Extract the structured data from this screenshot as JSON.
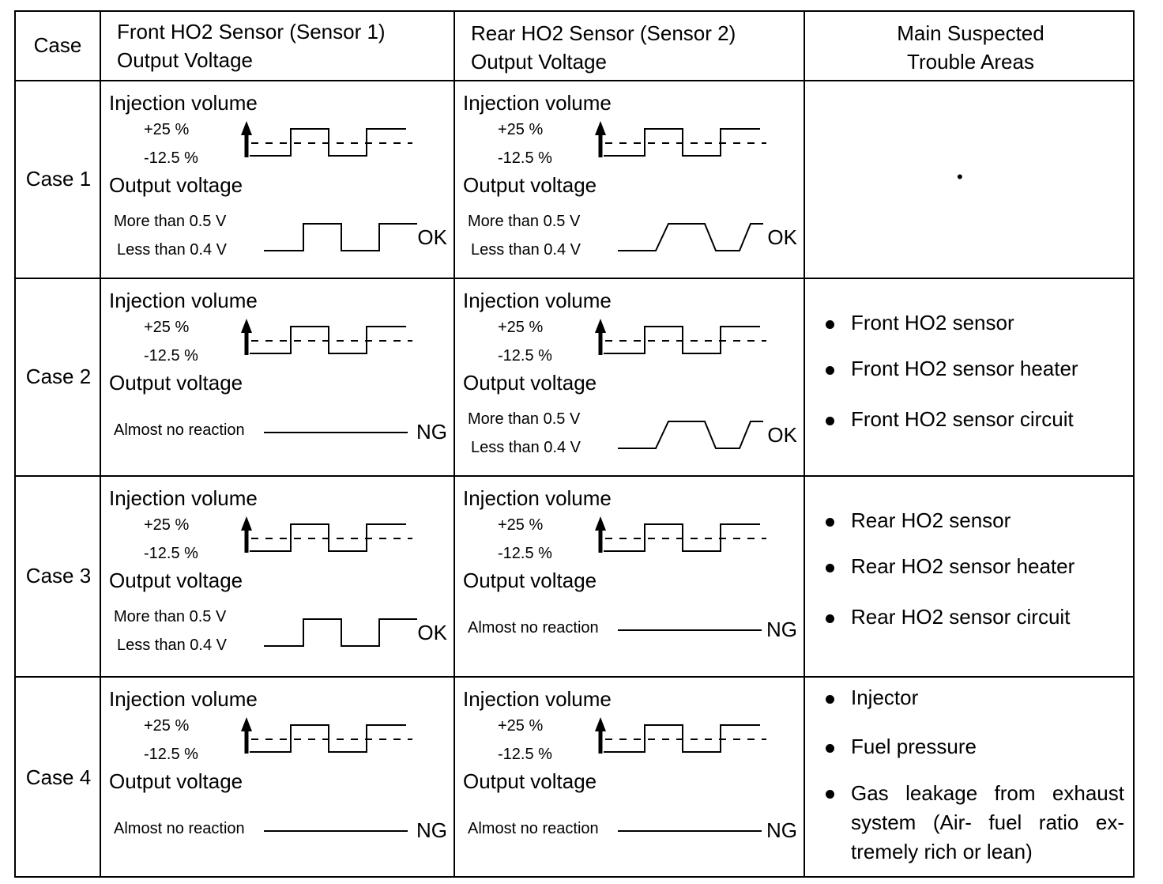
{
  "header": {
    "case": "Case",
    "front_line1": "Front HO2 Sensor (Sensor 1)",
    "front_line2": "Output Voltage",
    "rear_line1": "Rear HO2 Sensor (Sensor 2)",
    "rear_line2": "Output Voltage",
    "trouble_line1": "Main Suspected",
    "trouble_line2": "Trouble Areas"
  },
  "labels": {
    "injection_volume": "Injection volume",
    "plus": "+25 %",
    "minus": "-12.5  %",
    "output_voltage": "Output voltage",
    "more_than": "More than 0.5 V",
    "less_than": "Less than 0.4 V",
    "almost_no_reaction": "Almost no reaction"
  },
  "cases": [
    {
      "label": "Case 1",
      "front": {
        "response": "switching",
        "status": "OK"
      },
      "rear": {
        "response": "sloped",
        "status": "OK"
      },
      "trouble": [
        "•"
      ]
    },
    {
      "label": "Case 2",
      "front": {
        "response": "flat",
        "status": "NG"
      },
      "rear": {
        "response": "sloped",
        "status": "OK"
      },
      "trouble": [
        "Front HO2 sensor",
        "Front HO2 sensor heater",
        "Front HO2 sensor circuit"
      ]
    },
    {
      "label": "Case 3",
      "front": {
        "response": "switching",
        "status": "OK"
      },
      "rear": {
        "response": "flat",
        "status": "NG"
      },
      "trouble": [
        "Rear HO2 sensor",
        "Rear HO2 sensor heater",
        "Rear HO2 sensor circuit"
      ]
    },
    {
      "label": "Case 4",
      "front": {
        "response": "flat",
        "status": "NG"
      },
      "rear": {
        "response": "flat",
        "status": "NG"
      },
      "trouble": [
        "Injector",
        "Fuel pressure",
        "Gas leakage from exhaust system (Air- fuel ratio ex- tremely rich or lean)"
      ]
    }
  ]
}
